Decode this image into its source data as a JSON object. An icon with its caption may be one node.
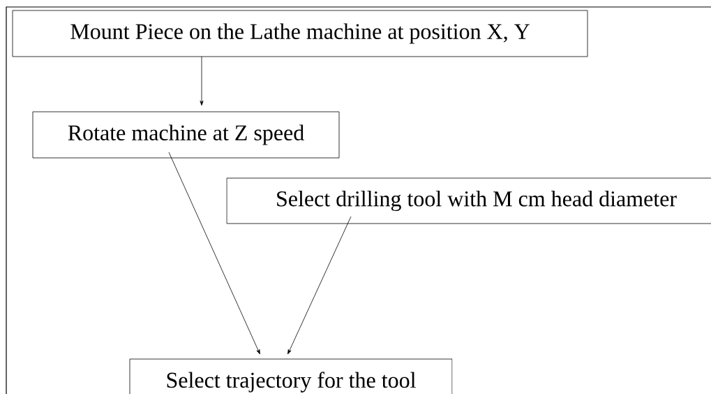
{
  "diagram": {
    "nodes": [
      {
        "text": [
          "Mount Piece on the Lathe machine at position X, Y"
        ]
      },
      {
        "text": [
          "Rotate machine at Z speed"
        ]
      },
      {
        "text": [
          "Select drilling tool with M cm head diameter"
        ]
      },
      {
        "text": [
          "Select trajectory for the tool"
        ]
      }
    ],
    "edges": [
      {
        "from": 0,
        "to": 1,
        "arrow": "to"
      },
      {
        "from": 1,
        "to": 3,
        "arrow": "to"
      },
      {
        "from": 2,
        "to": 3,
        "arrow": "to"
      }
    ]
  }
}
